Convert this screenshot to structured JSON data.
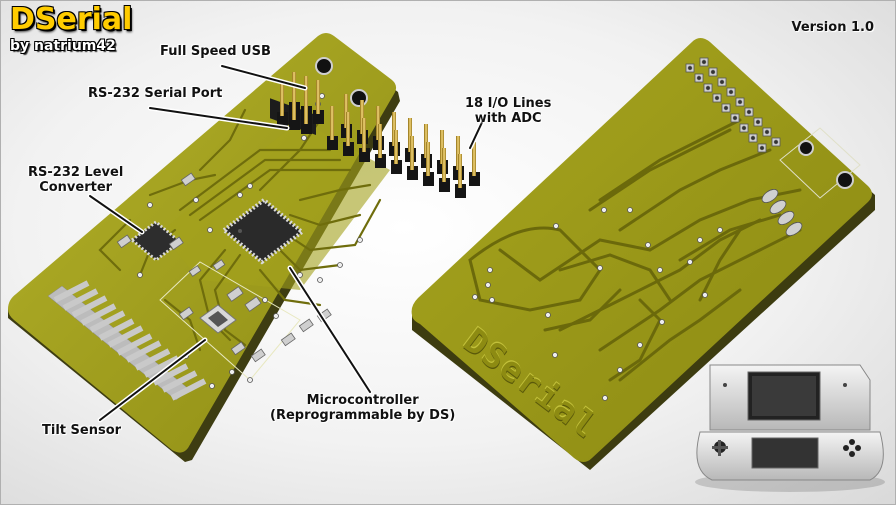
{
  "title": "DSerial",
  "byline": "by natrium42",
  "version": "Version 1.0",
  "labels": {
    "usb": "Full Speed USB",
    "serial": "RS-232 Serial Port",
    "io_line1": "18 I/O Lines",
    "io_line2": "with ADC",
    "level_line1": "RS-232 Level",
    "level_line2": "Converter",
    "mcu_line1": "Microcontroller",
    "mcu_line2": "(Reprogrammable by DS)",
    "tilt": "Tilt Sensor"
  },
  "board_back_text": "DSerial",
  "colors": {
    "pcb": "#9c9a1a",
    "pcb_dark": "#5d5e12",
    "trace": "#7a7a10",
    "silk": "#ffffff",
    "title": "#ffcc00"
  }
}
